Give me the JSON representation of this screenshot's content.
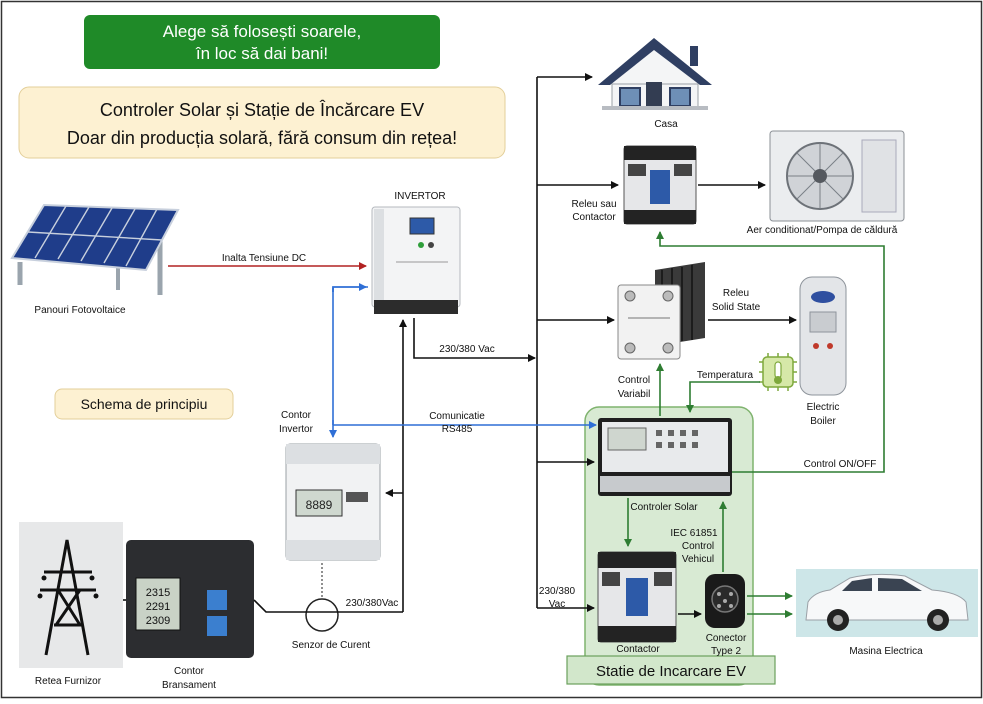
{
  "banner": {
    "line1": "Alege să folosești soarele,",
    "line2": "în loc să dai bani!"
  },
  "headline": {
    "line1": "Controler Solar și Stație de Încărcare EV",
    "line2": "Doar din producția solară, fără consum din rețea!"
  },
  "schema_label": "Schema de principiu",
  "components": {
    "panels": "Panouri Fotovoltaice",
    "inverter": "INVERTOR",
    "house": "Casa",
    "relay_contactor": [
      "Releu sau",
      "Contactor"
    ],
    "ac_heat_pump": "Aer conditionat/Pompa de căldură",
    "ssr": [
      "Releu",
      "Solid State"
    ],
    "boiler": [
      "Electric",
      "Boiler"
    ],
    "control_variable": [
      "Control",
      "Variabil"
    ],
    "temperature": "Temperatura",
    "solar_controller": "Controler Solar",
    "inverter_meter": [
      "Contor",
      "Invertor"
    ],
    "current_sensor": "Senzor de Curent",
    "grid": "Retea Furnizor",
    "main_meter": [
      "Contor",
      "Bransament"
    ],
    "contactor": "Contactor",
    "connector": [
      "Conector",
      "Type 2"
    ],
    "ev": "Masina Electrica",
    "ev_station": "Statie de Incarcare EV"
  },
  "connections": {
    "hv_dc": "Inalta Tensiune DC",
    "ac_230": "230/380 Vac",
    "rs485": [
      "Comunicatie",
      "RS485"
    ],
    "on_off": "Control ON/OFF",
    "iec": [
      "IEC 61851",
      "Control",
      "Vehicul"
    ],
    "ac_230_station": [
      "230/380",
      "Vac"
    ],
    "ac_230_sensor": "230/380Vac"
  },
  "colors": {
    "black_line": "#111111",
    "red_line": "#b22222",
    "blue_line": "#2f6fd6",
    "green_line": "#2e7d32",
    "banner_green": "#1f8a28",
    "headline_bg": "#fdf1d2",
    "station_bg": "#d8ead3"
  }
}
